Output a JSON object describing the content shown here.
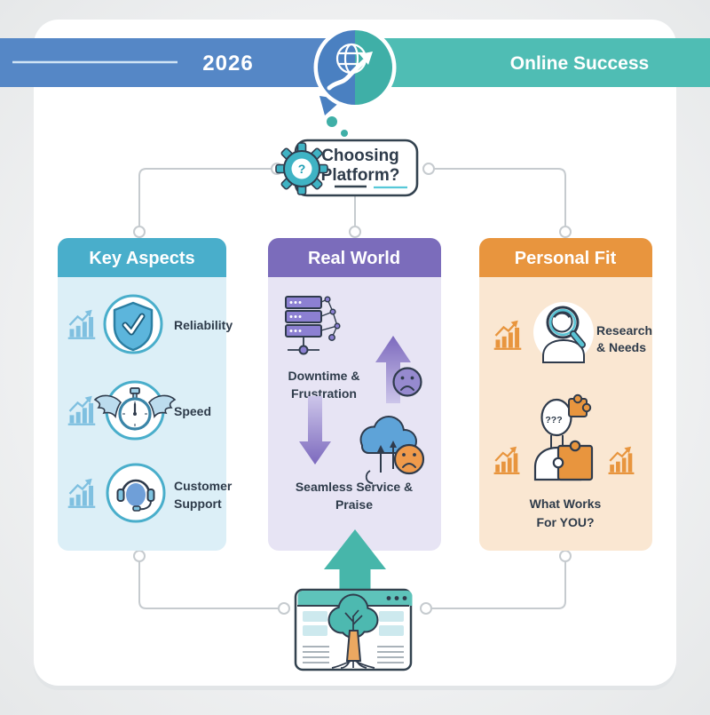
{
  "header": {
    "year": "2026",
    "title": "Online Success"
  },
  "question_box": {
    "line1": "Choosing",
    "line2": "Platform?",
    "gear_mark": "?"
  },
  "columns": {
    "key_aspects": {
      "title": "Key Aspects",
      "items": [
        {
          "line1": "Reliability",
          "line2": "",
          "icon": "shield-check"
        },
        {
          "line1": "Speed",
          "line2": "",
          "icon": "winged-stopwatch"
        },
        {
          "line1": "Customer",
          "line2": "Support",
          "icon": "headset-support"
        }
      ]
    },
    "real_world": {
      "title": "Real World",
      "negative": {
        "line1": "Downtime &",
        "line2": "Frustration",
        "icon": "server-stack"
      },
      "positive": {
        "line1": "Seamless Service &",
        "line2": "Praise",
        "icon": "cloud-recovery"
      }
    },
    "personal_fit": {
      "title": "Personal Fit",
      "research": {
        "line1": "Research",
        "line2": "& Needs",
        "icon": "magnifier-person"
      },
      "decision": {
        "line1": "What Works",
        "line2": "For YOU?",
        "thought": "???",
        "icon": "puzzle-person"
      }
    }
  },
  "colors": {
    "band_blue": "#5587c6",
    "band_teal": "#4fbdb4",
    "bubble_blue": "#4a80c1",
    "bubble_teal": "#3fafa7",
    "key_header": "#49aecb",
    "key_body": "#dceff7",
    "key_icon": "#7fc0e0",
    "real_header": "#7b6cbb",
    "real_body": "#e7e4f4",
    "real_icon": "#8c80d2",
    "fit_header": "#e8953e",
    "fit_body": "#fae7d2",
    "fit_icon": "#e8953e",
    "dark_text": "#2e3b4a",
    "connector": "#c6cbcf",
    "teal_arrow": "#47b6aa"
  }
}
